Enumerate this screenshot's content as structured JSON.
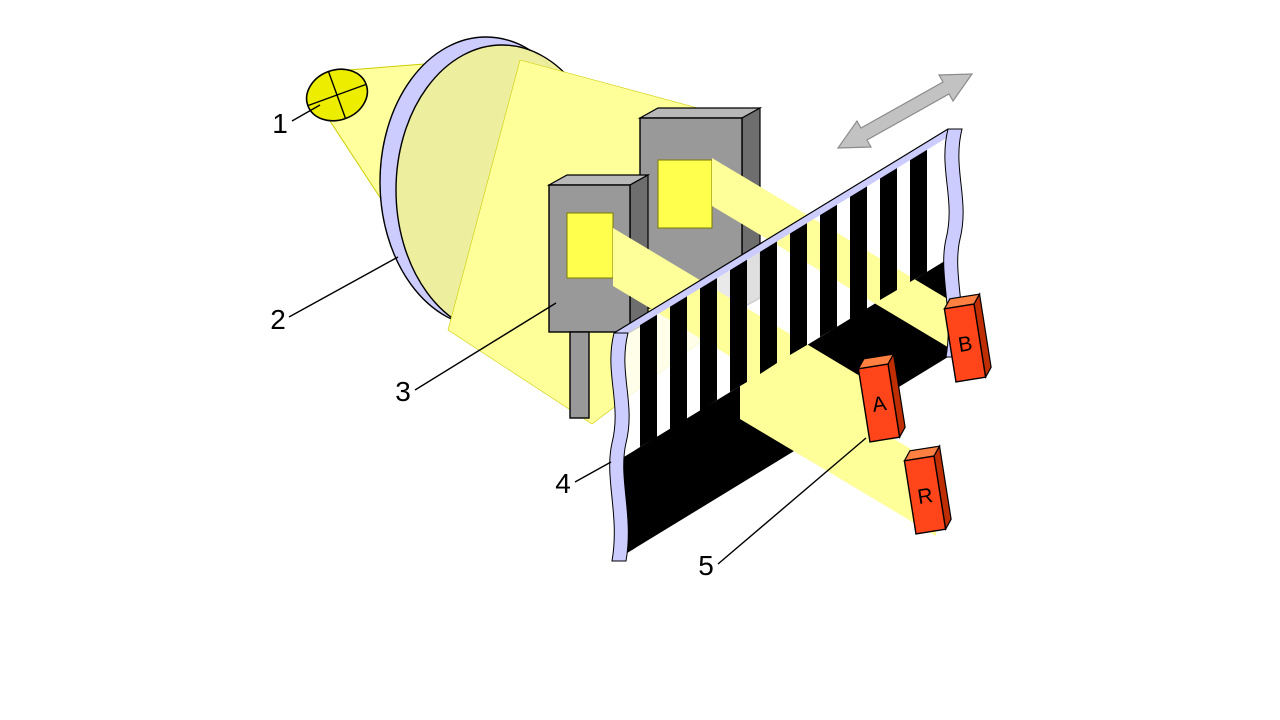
{
  "figure": {
    "description": "Optical encoder schematic: light source, lens, mask, striped code scale with motion arrow, photodetectors",
    "callouts": [
      {
        "id": "light-source",
        "number": "1"
      },
      {
        "id": "lens",
        "number": "2"
      },
      {
        "id": "mask",
        "number": "3"
      },
      {
        "id": "code-strip",
        "number": "4"
      },
      {
        "id": "photodetector",
        "number": "5"
      }
    ],
    "detectors": {
      "a": "A",
      "b": "B",
      "r": "R"
    }
  },
  "colors": {
    "bg": "#FFFFFF",
    "ink": "#000000",
    "bulb": "#EDED00",
    "cone": "#FFFF9E",
    "cone_edge": "#CCCC00",
    "beam": "#FFFF99",
    "beam_bright": "#FFFF4D",
    "lens_rim": "#CCCCFF",
    "lens_face": "#EFEF9B",
    "mask_front": "#999999",
    "mask_top": "#B8B8B8",
    "mask_side": "#6E6E6E",
    "stripe": "#000000",
    "strip_face": "#FFFFFF",
    "strip_edge": "#CCCCFF",
    "detector_front": "#FF4519",
    "detector_top": "#FF8040",
    "detector_side": "#BF2E00",
    "arrow": "#C2C2C2",
    "arrow_edge": "#8C8C8C"
  }
}
